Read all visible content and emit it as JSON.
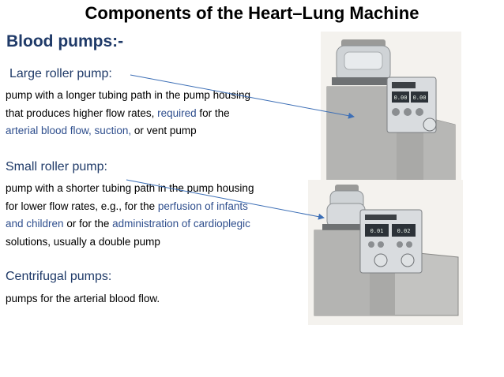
{
  "slide": {
    "title": "Components of the Heart–Lung Machine",
    "heading": "Blood pumps:-",
    "sections": [
      {
        "subheading": "Large roller pump:",
        "text": [
          {
            "t": "pump with a longer tubing path in the pump housing that produces higher flow rates, "
          },
          {
            "t": "required",
            "hl": true
          },
          {
            "t": " for the "
          },
          {
            "t": "arterial blood flow, suction,",
            "hl": true
          },
          {
            "t": " or vent pump"
          }
        ]
      },
      {
        "subheading": "Small roller pump:",
        "text": [
          {
            "t": "pump with a shorter tubing path in the pump housing for lower flow rates, e.g., for the "
          },
          {
            "t": "perfusion of infants and children",
            "hl": true
          },
          {
            "t": " or for the "
          },
          {
            "t": "administration of cardioplegic",
            "hl": true
          },
          {
            "t": " solutions, usually a double pump"
          }
        ]
      },
      {
        "subheading": "Centrifugal pumps:",
        "text": [
          {
            "t": "pumps for the arterial  blood flow."
          }
        ]
      }
    ],
    "images": [
      {
        "icon": "large-roller-pump-image",
        "display_left": "0.00",
        "display_right": "0.00"
      },
      {
        "icon": "small-roller-pump-image",
        "display_left": "0.01",
        "display_right": "0.02"
      }
    ],
    "colors": {
      "heading": "#1f3a68",
      "highlight": "#2e4e8d",
      "arrow": "#3d6fb6"
    }
  }
}
